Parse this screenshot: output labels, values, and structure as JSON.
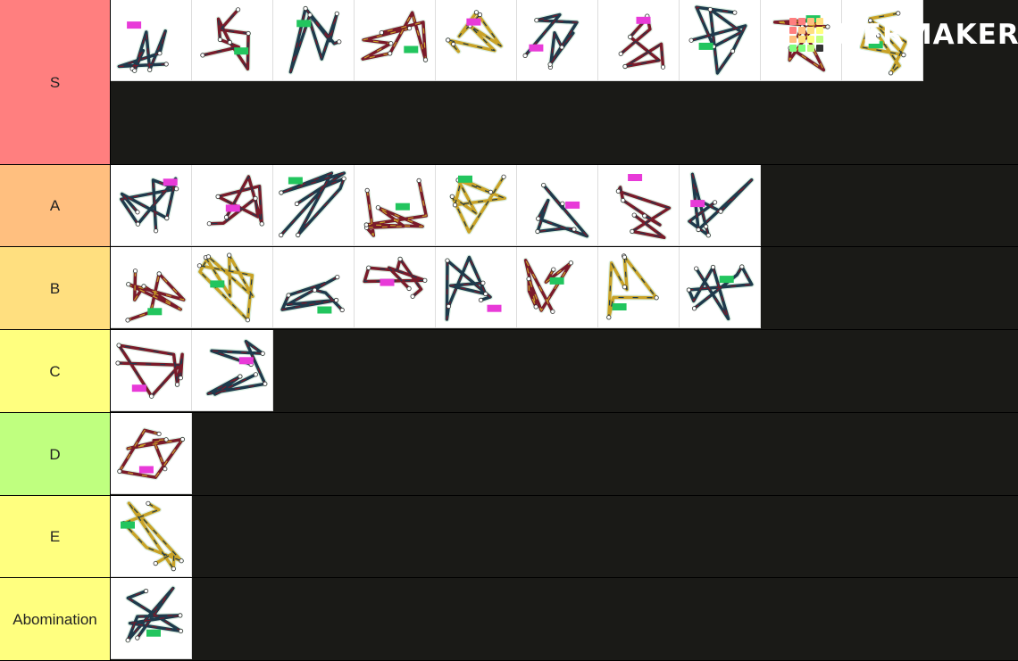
{
  "brand": {
    "name": "TiERMAKER",
    "grid_colors": [
      "#ff7f7f",
      "#ff7f7f",
      "#ffbf7f",
      "#ffdf7f",
      "#ff7f7f",
      "#ffbf7f",
      "#ffdf7f",
      "#ffff7f",
      "#ffbf7f",
      "#ffdf7f",
      "#ffff7f",
      "#bfff7f",
      "#7fff7f",
      "#7fff7f",
      "#bfff7f",
      "#333333"
    ]
  },
  "tiers": [
    {
      "label": "S",
      "color": "#ff7f7f",
      "items": 10
    },
    {
      "label": "A",
      "color": "#ffbf7f",
      "items": 8
    },
    {
      "label": "B",
      "color": "#ffdf7f",
      "items": 8
    },
    {
      "label": "C",
      "color": "#ffff7f",
      "items": 2
    },
    {
      "label": "D",
      "color": "#bfff7f",
      "items": 1
    },
    {
      "label": "E",
      "color": "#ffff7f",
      "items": 1
    },
    {
      "label": "Abomination",
      "color": "#ffff7f",
      "items": 1
    }
  ],
  "item_icon": "track-map-icon"
}
